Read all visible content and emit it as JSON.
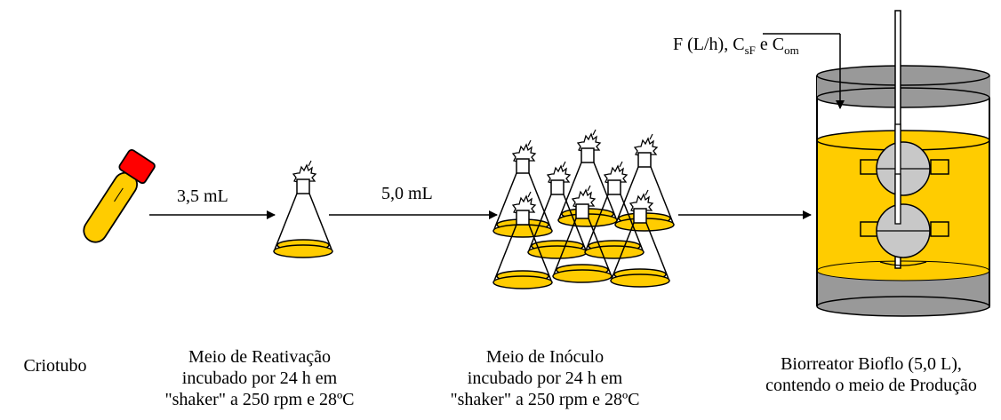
{
  "flow": {
    "volume_1": "3,5 mL",
    "volume_2": "5,0 mL",
    "feed": {
      "prefix": "F (L/h), C",
      "sub1": "sF",
      "mid": " e C",
      "sub2": "om"
    }
  },
  "stages": {
    "criotubo": {
      "line1": "Criotubo"
    },
    "reativacao": {
      "line1": "Meio de Reativação",
      "line2": "incubado por 24 h em",
      "line3": "\"shaker\" a 250 rpm e 28ºC"
    },
    "inoculo": {
      "line1": "Meio de Inóculo",
      "line2": "incubado por 24 h em",
      "line3": "\"shaker\" a 250 rpm e 28ºC"
    },
    "biorreator": {
      "line1": "Biorreator Bioflo (5,0 L),",
      "line2": "contendo o meio de Produção"
    }
  },
  "colors": {
    "liquid": "#FFCC00",
    "cap": "#FF0000",
    "vessel_gray": "#999999",
    "impeller_gray": "#C8C8C8",
    "line": "#000000"
  }
}
